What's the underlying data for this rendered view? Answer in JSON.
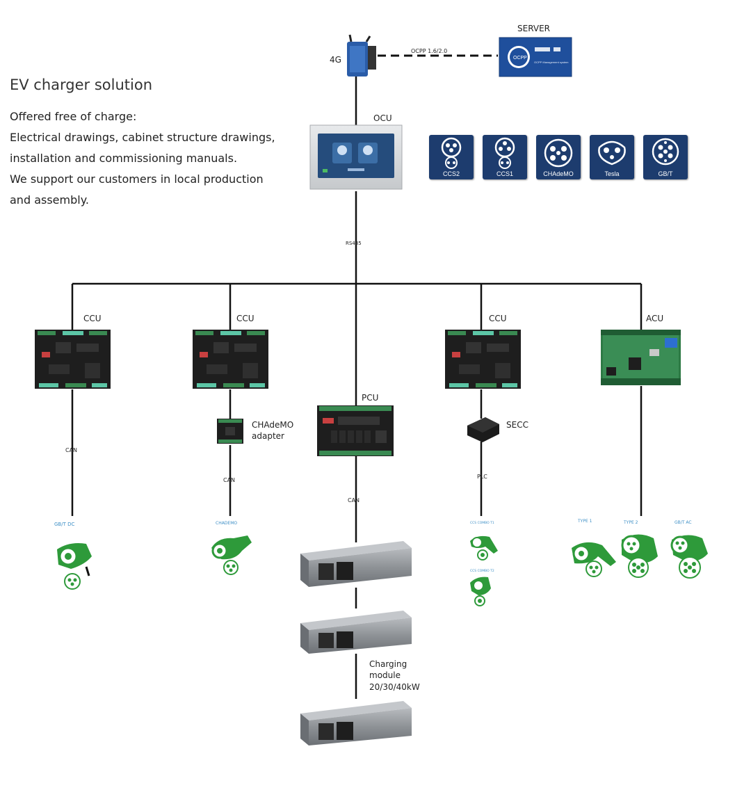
{
  "intro": {
    "title": "EV charger solution",
    "lines": [
      "Offered free of charge:",
      "Electrical drawings, cabinet structure drawings,",
      "installation and commissioning manuals.",
      "We support our customers in local production",
      "and assembly."
    ]
  },
  "top": {
    "server_label": "SERVER",
    "server_logo_text": "OCPP",
    "server_screen_text": "OCPP Management system",
    "modem_label": "4G",
    "ocpp_label": "OCPP 1.6/2.0",
    "ocu_label": "OCU",
    "rs485_label": "RS485"
  },
  "connector_types": [
    "CCS2",
    "CCS1",
    "CHAdeMO",
    "Tesla",
    "GB/T"
  ],
  "units": {
    "ccu1": "CCU",
    "ccu2": "CCU",
    "ccu3": "CCU",
    "acu": "ACU",
    "pcu": "PCU",
    "chademo_adapter": [
      "CHAdeMO",
      "adapter"
    ],
    "secc": "SECC"
  },
  "links": {
    "can1": "CAN",
    "can2": "CAN",
    "can3": "CAN",
    "plc": "PLC"
  },
  "plugs": {
    "gbt_dc": "GB/T DC",
    "chademo": "CHADEMO",
    "ccs_combo1": "CCS COMBO T1",
    "ccs_combo2": "CCS COMBO T2",
    "type1": "TYPE 1",
    "type2": "TYPE 2",
    "gbt_ac": "GB/T AC"
  },
  "module": {
    "label_lines": [
      "Charging",
      "module",
      "20/30/40kW"
    ]
  },
  "colors": {
    "navy": "#1d3c6e",
    "pcb": "#1c1c1c",
    "pcb_green": "#2d7a45",
    "plug_green": "#2e9a3a",
    "plug_label": "#3d8fc6"
  }
}
